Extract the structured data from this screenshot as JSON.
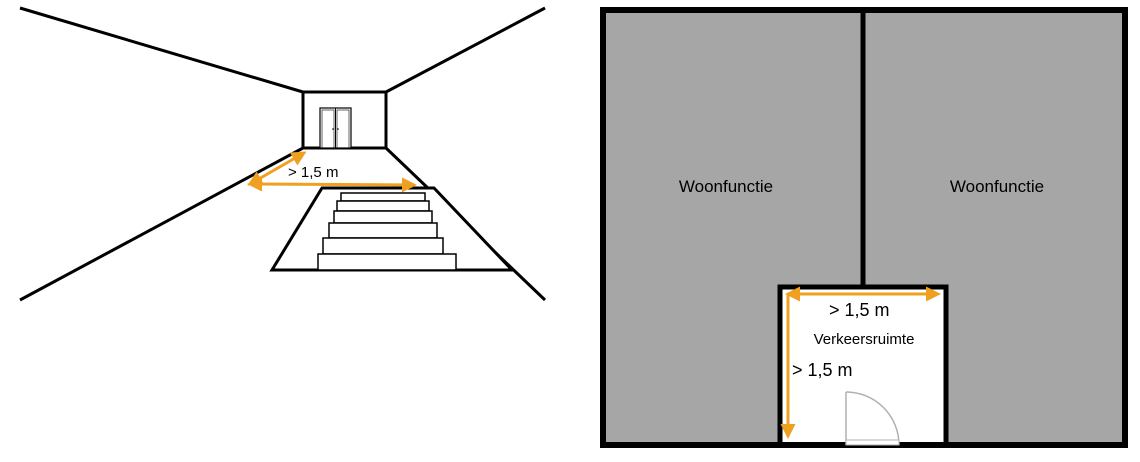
{
  "perspective": {
    "width_label": "> 1,5 m"
  },
  "floorplan": {
    "room_left_label": "Woonfunctie",
    "room_right_label": "Woonfunctie",
    "corridor_label": "Verkeersruimte",
    "width_label": "> 1,5 m",
    "depth_label": "> 1,5 m"
  },
  "colors": {
    "dimension": "#f0a020",
    "room_fill": "#a6a6a6",
    "wall": "#000000"
  }
}
